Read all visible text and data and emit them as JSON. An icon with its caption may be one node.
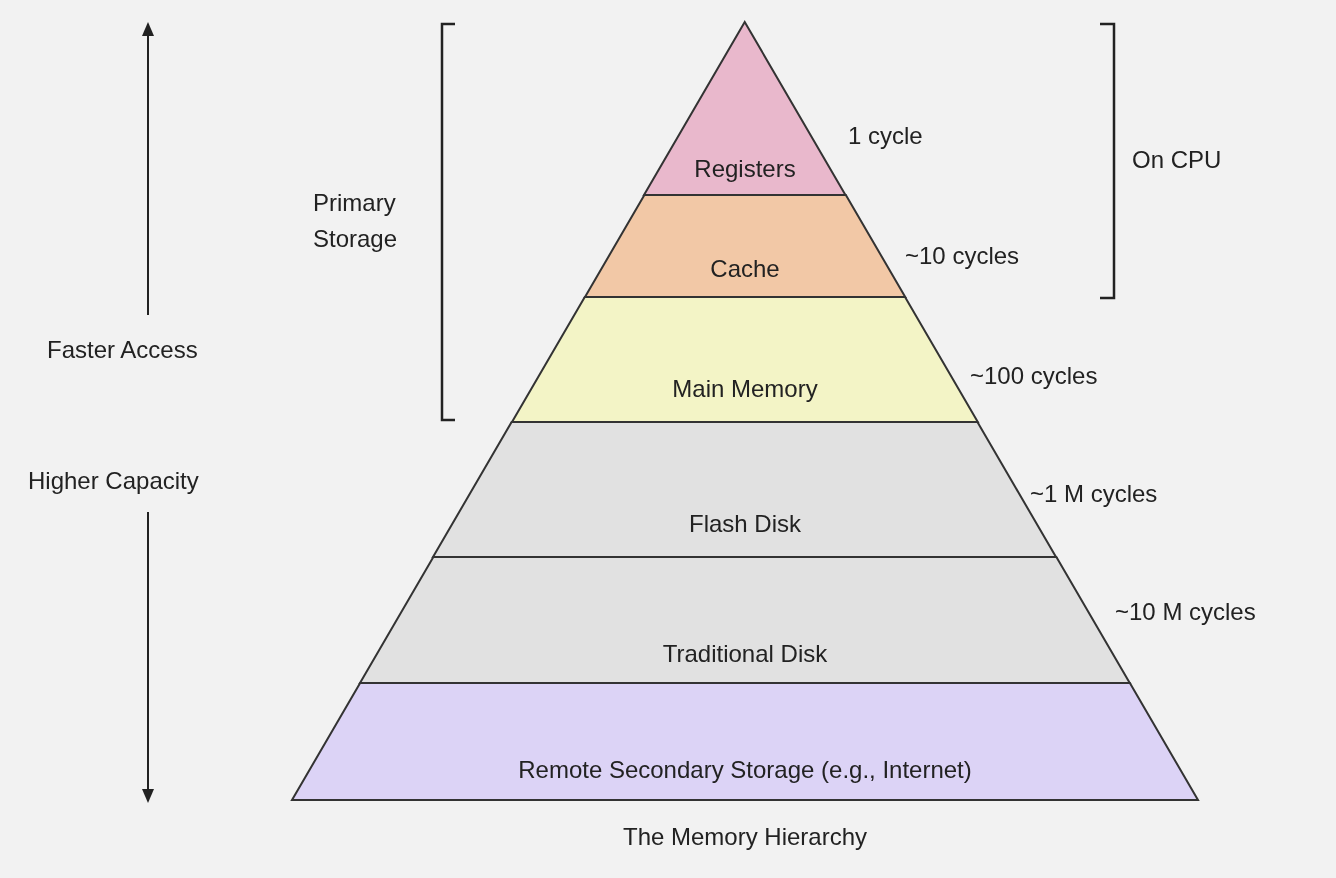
{
  "diagram": {
    "caption": "The Memory Hierarchy",
    "nodes": [
      {
        "text": [
          "Registers"
        ],
        "beside": [
          "1 cycle"
        ]
      },
      {
        "text": [
          "Cache"
        ],
        "beside": [
          "~10 cycles"
        ]
      },
      {
        "text": [
          "Main Memory"
        ],
        "beside": [
          "~100 cycles"
        ]
      },
      {
        "text": [
          "Flash Disk"
        ],
        "beside": [
          "~1 M cycles"
        ]
      },
      {
        "text": [
          "Traditional Disk"
        ],
        "beside": [
          "~10 M cycles"
        ]
      },
      {
        "text": [
          "Remote Secondary Storage (e.g., Internet)"
        ]
      }
    ],
    "labels": [
      "Primary Storage",
      "On CPU",
      "Faster Access",
      "Higher Capacity"
    ]
  }
}
